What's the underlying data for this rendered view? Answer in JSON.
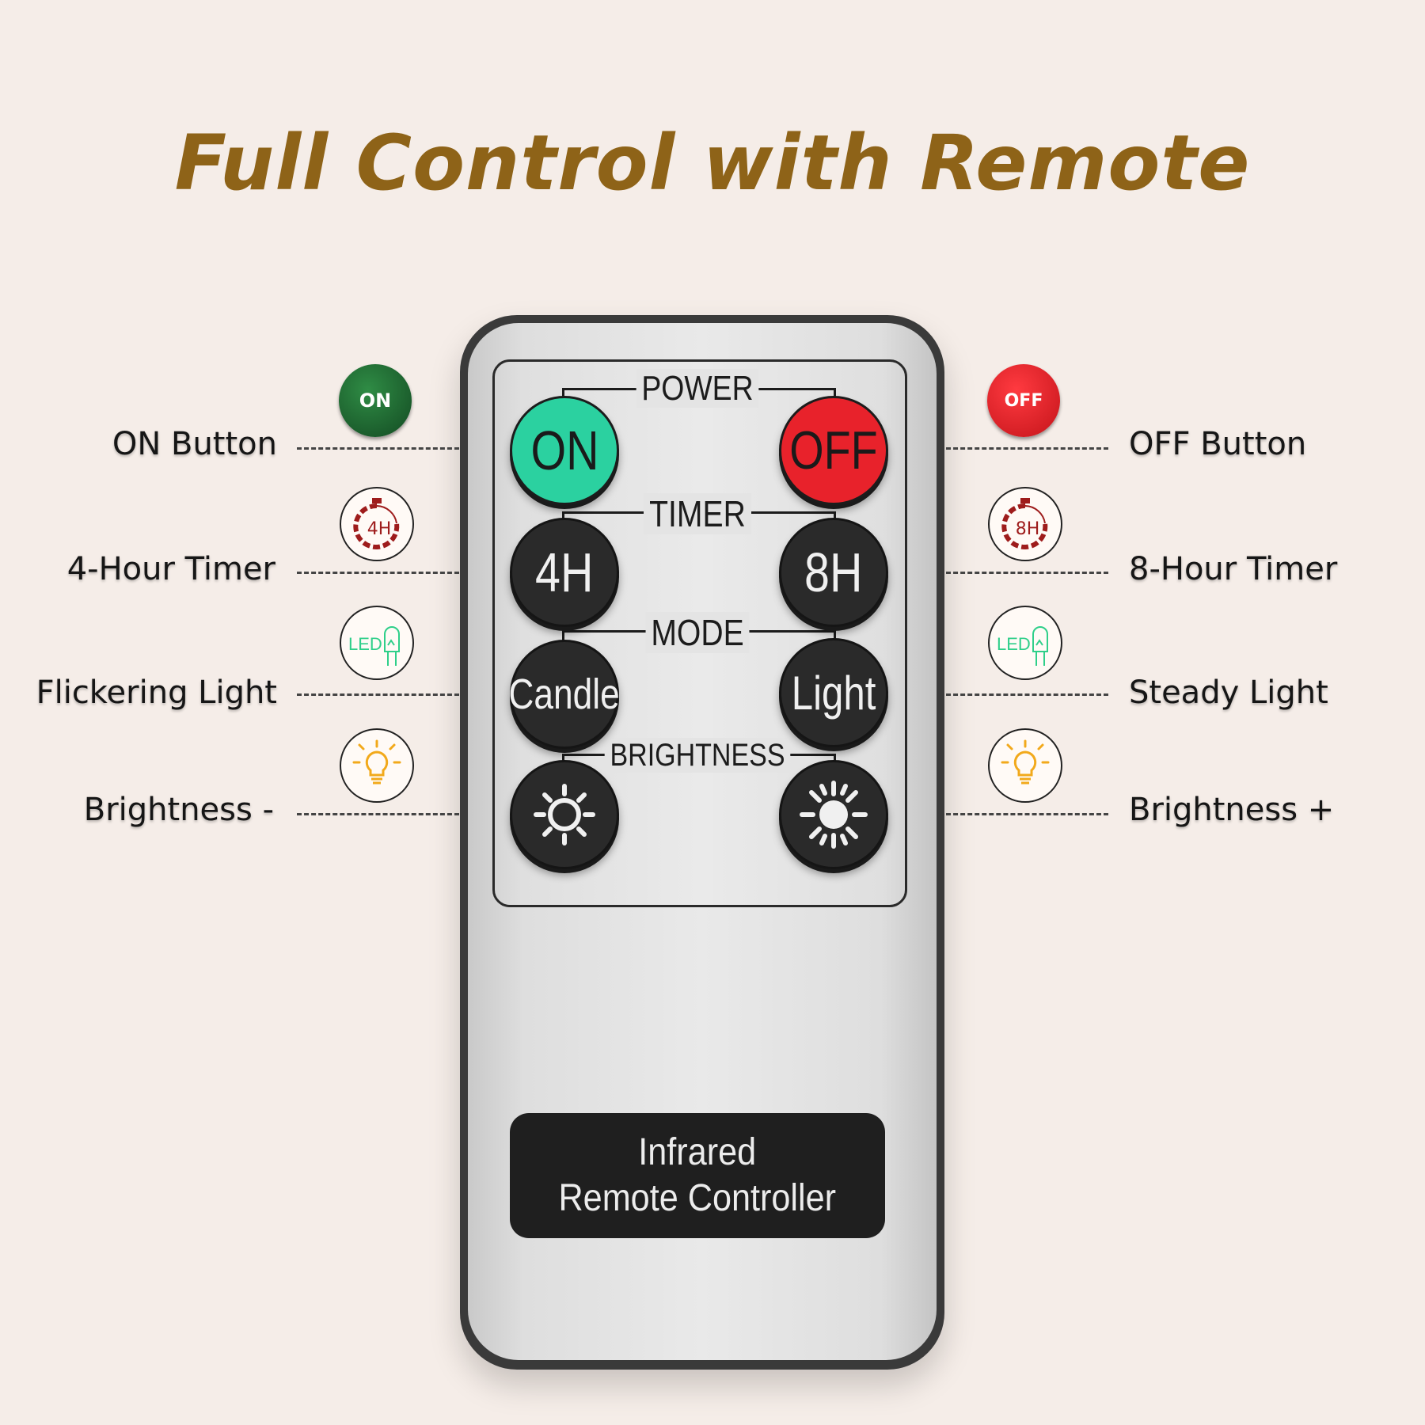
{
  "title": "Full Control with Remote",
  "remote": {
    "sections": {
      "power": "POWER",
      "timer": "TIMER",
      "mode": "MODE",
      "brightness": "BRIGHTNESS"
    },
    "buttons": {
      "on": "ON",
      "off": "OFF",
      "four_h": "4H",
      "eight_h": "8H",
      "candle": "Candle",
      "light": "Light"
    },
    "label_line1": "Infrared",
    "label_line2": "Remote Controller"
  },
  "callouts": {
    "on_button": "ON Button",
    "off_button": "OFF Button",
    "timer_4h": "4-Hour Timer",
    "timer_8h": "8-Hour Timer",
    "flickering": "Flickering Light",
    "steady": "Steady Light",
    "brightness_down": "Brightness -",
    "brightness_up": "Brightness +"
  },
  "icons": {
    "on_badge": "ON",
    "off_badge": "OFF",
    "timer_4h_badge": "4H",
    "timer_8h_badge": "8H",
    "led_badge": "LED",
    "names": [
      "on-icon",
      "off-icon",
      "timer-4h-icon",
      "timer-8h-icon",
      "led-icon",
      "bulb-icon",
      "sun-icon"
    ]
  },
  "colors": {
    "title": "#8e6318",
    "on_button": "#2bd1a0",
    "off_button": "#e8222b",
    "on_badge": "#1d5e2c",
    "off_badge": "#d81f26",
    "timer_icon": "#9e1c1c",
    "led_icon": "#2fcf8a",
    "bulb_icon": "#f2a91b"
  }
}
